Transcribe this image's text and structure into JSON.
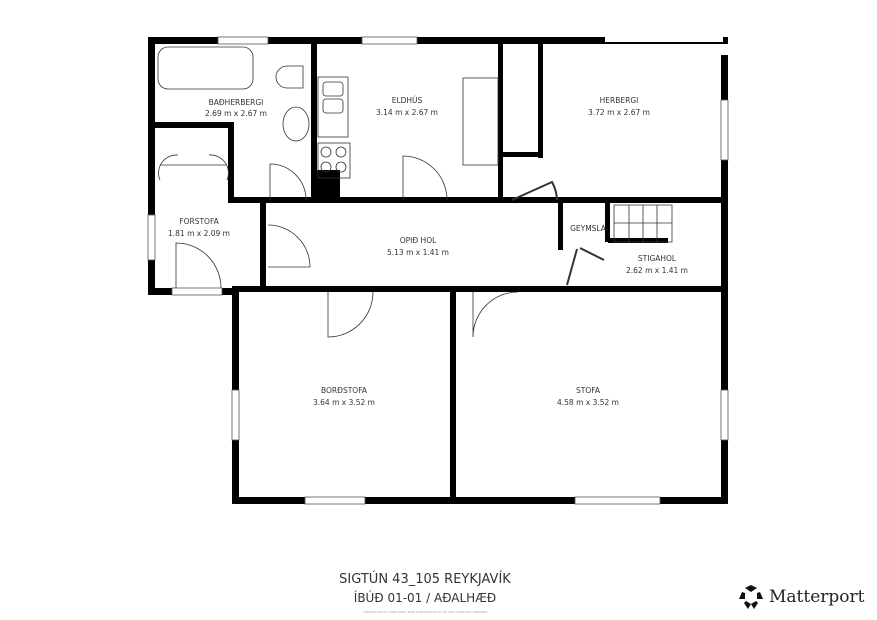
{
  "rooms": [
    {
      "name": "BAÐHERBERGI",
      "size": "2.69 m x 2.67 m"
    },
    {
      "name": "ELDHÚS",
      "size": "3.14 m x 2.67 m"
    },
    {
      "name": "HERBERGI",
      "size": "3.72 m x 2.67 m"
    },
    {
      "name": "FORSTOFA",
      "size": "1.81 m x 2.09 m"
    },
    {
      "name": "OPIÐ HOL",
      "size": "5.13 m x 1.41 m"
    },
    {
      "name": "GEYMSLA",
      "size": ""
    },
    {
      "name": "STIGAHOL",
      "size": "2.62 m x 1.41 m"
    },
    {
      "name": "BORÐSTOFA",
      "size": "3.64 m x 3.52 m"
    },
    {
      "name": "STOFA",
      "size": "4.58 m x 3.52 m"
    }
  ],
  "footer": {
    "address": "SIGTÚN 43_105 REYKJAVÍK",
    "unit": "ÍBÚÐ 01-01 / AÐALHÆÐ",
    "disclaimer": "TEIKNING ÞESSI SÝNIR INNRA RÝMI EIGNARINNAR OG ER EKKI SAMÞYKKT TEIKNING"
  },
  "logo": {
    "text": "Matterport",
    "icon": "matterport-logo-icon"
  }
}
